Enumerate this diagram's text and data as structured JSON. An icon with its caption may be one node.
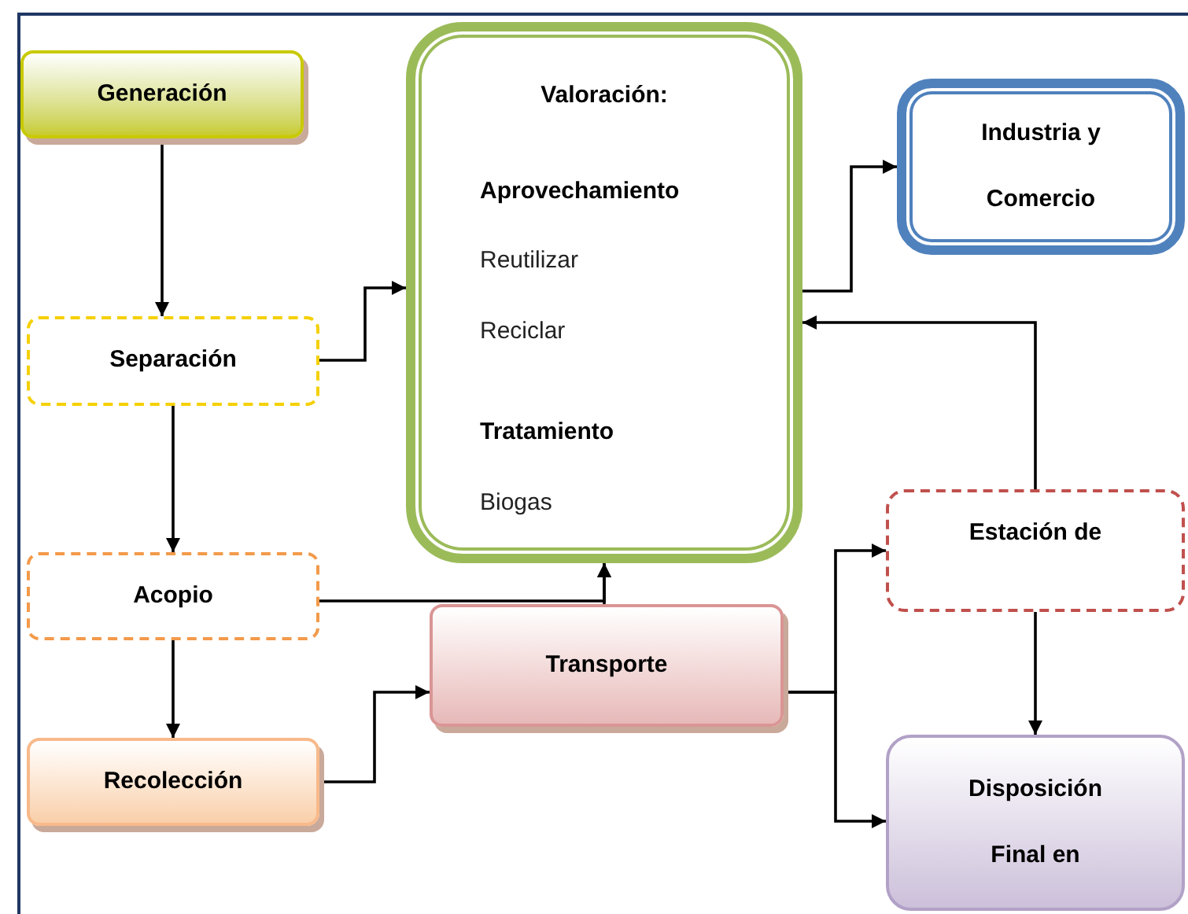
{
  "diagram": {
    "nodes": [
      {
        "text": [
          "Generación"
        ]
      },
      {
        "text": [
          "Separación"
        ]
      },
      {
        "text": [
          "Acopio"
        ]
      },
      {
        "text": [
          "Recolección"
        ]
      },
      {
        "text": [
          "Valoración:",
          "Aprovechamiento",
          "Reutilizar",
          "Reciclar",
          "Tratamiento",
          "Biogas"
        ]
      },
      {
        "text": [
          "Industria y Comercio"
        ]
      },
      {
        "text": [
          "Estación de"
        ]
      },
      {
        "text": [
          "Transporte"
        ]
      },
      {
        "text": [
          "Disposición Final en"
        ]
      }
    ],
    "edges": [
      {
        "from": 0,
        "to": 1,
        "arrow": "to"
      },
      {
        "from": 1,
        "to": 2,
        "arrow": "to"
      },
      {
        "from": 2,
        "to": 3,
        "arrow": "to"
      },
      {
        "from": 1,
        "to": 4,
        "arrow": "to"
      },
      {
        "from": 2,
        "to": 4,
        "arrow": "to"
      },
      {
        "from": 7,
        "to": 4,
        "arrow": "to"
      },
      {
        "from": 3,
        "to": 7,
        "arrow": "to"
      },
      {
        "from": 4,
        "to": 5,
        "arrow": "to"
      },
      {
        "from": 6,
        "to": 4,
        "arrow": "to"
      },
      {
        "from": 7,
        "to": 6,
        "arrow": "to"
      },
      {
        "from": 7,
        "to": 8,
        "arrow": "to"
      },
      {
        "from": 6,
        "to": 8,
        "arrow": "to"
      }
    ]
  }
}
